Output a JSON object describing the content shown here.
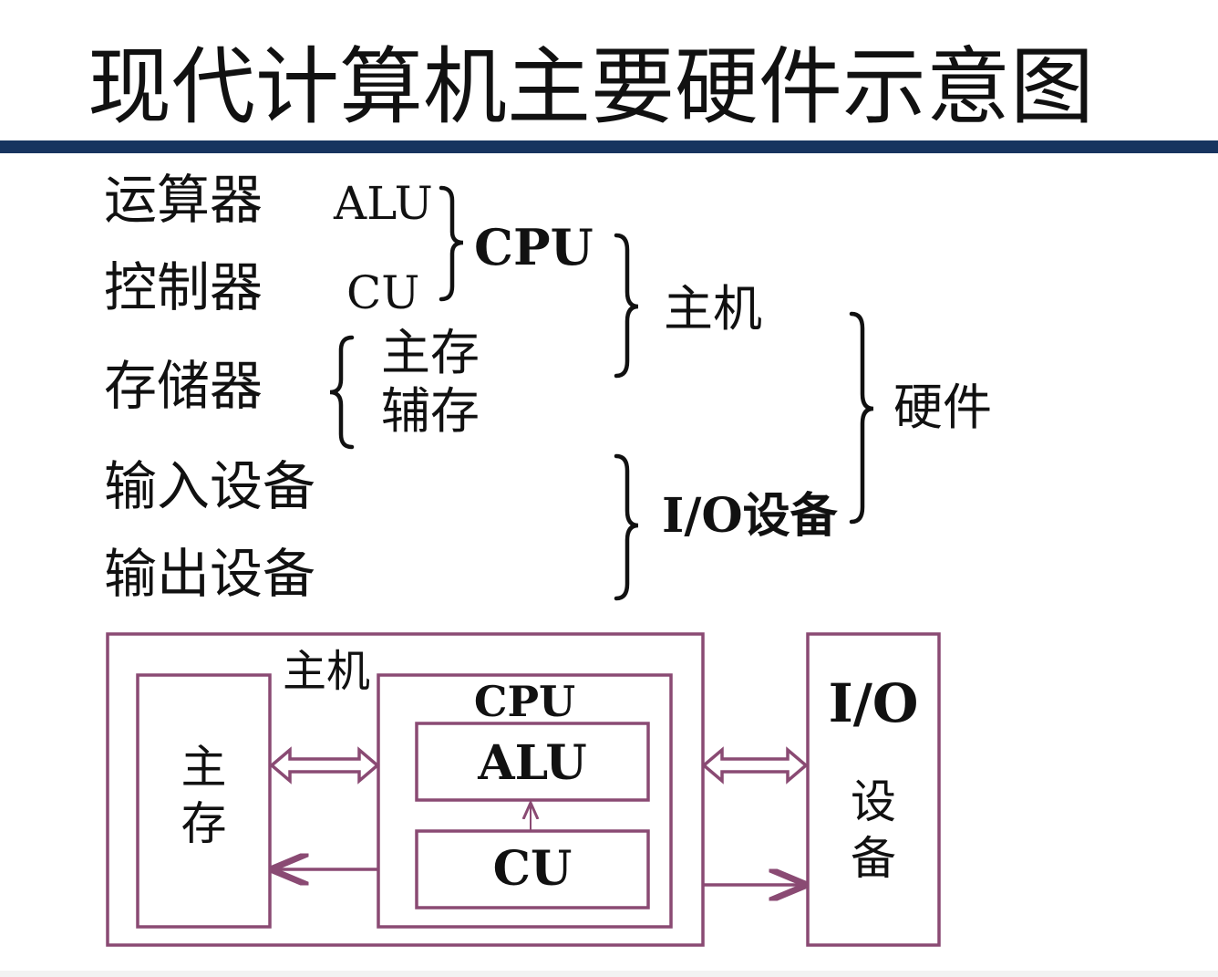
{
  "title": "现代计算机主要硬件示意图",
  "hierarchy": {
    "components": [
      {
        "name": "运算器",
        "abbr": "ALU"
      },
      {
        "name": "控制器",
        "abbr": "CU"
      },
      {
        "name": "存储器",
        "subs": [
          "主存",
          "辅存"
        ]
      },
      {
        "name": "输入设备"
      },
      {
        "name": "输出设备"
      }
    ],
    "group_cpu": "CPU",
    "group_host": "主机",
    "group_io": "I/O设备",
    "group_hardware": "硬件"
  },
  "block_diagram": {
    "host_label": "主机",
    "main_memory": "主\n存",
    "cpu_label": "CPU",
    "alu_label": "ALU",
    "cu_label": "CU",
    "io_title": "I/O",
    "io_sub": "设\n备"
  },
  "colors": {
    "rule": "#17345f",
    "diagram": "#8a4a73"
  }
}
